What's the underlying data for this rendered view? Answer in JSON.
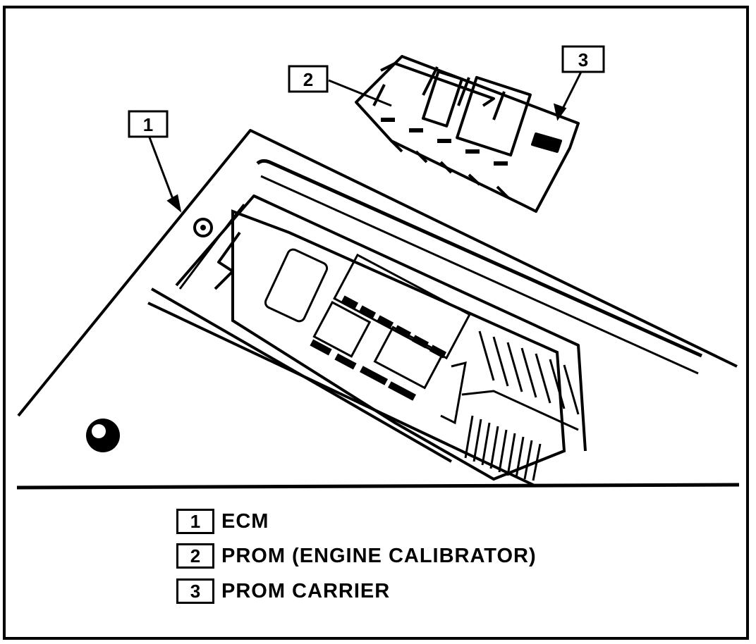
{
  "callouts": [
    "1",
    "2",
    "3"
  ],
  "legend": [
    {
      "number": "1",
      "label": "ECM"
    },
    {
      "number": "2",
      "label": "PROM (ENGINE CALIBRATOR)"
    },
    {
      "number": "3",
      "label": "PROM CARRIER"
    }
  ]
}
